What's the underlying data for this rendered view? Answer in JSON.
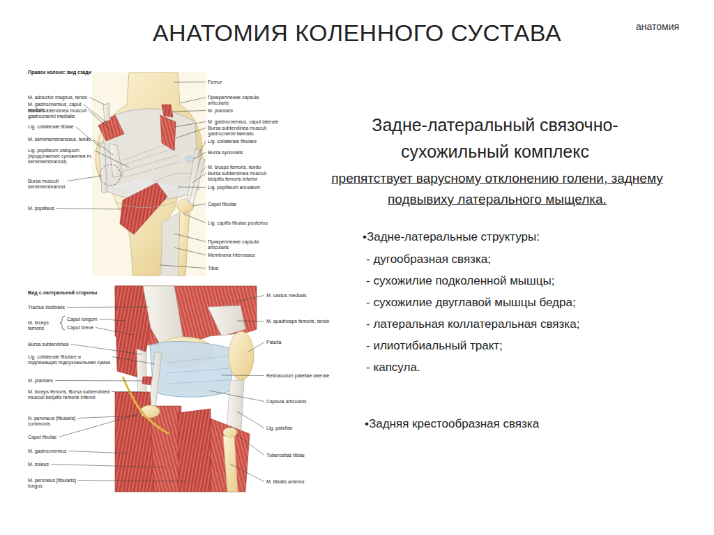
{
  "diagram": {
    "title": "АНАТОМИЯ КОЛЕННОГО СУСТАВА",
    "labels": [
      "анатомия",
      "Правое колено: вид сзади",
      "M. adductor magnus, tendo",
      "M. gastrocnemius, caput mediale",
      "Bursa subtendinea musculi gastrocnemii medialis",
      "Lig. collaterale tibiale",
      "M. semimembranosus, tendo",
      "Lig. popliteum obliquum (продолжение сухожилия m. semimembranosi)",
      "Bursa musculi semimembranosi",
      "M. popliteus",
      "Femur",
      "Прикрепление capsula articularis",
      "M. plantaris",
      "M. gastrocnemius, caput laterale",
      "Bursa subtendinea musculi gastrocnemii lateralis",
      "Lig. collaterale fibulare",
      "Bursa synovialis",
      "M. biceps femoris, tendo",
      "Bursa subtendinea musculi bicipitis femoris inferior",
      "Lig. popliteum arcuatum",
      "Caput fibulae",
      "Lig. capitis fibulae posterius",
      "Прикрепление capsula articularis",
      "Membrana interossea",
      "Tibia",
      "Вид с латеральной стороны",
      "Tractus iliotibialis",
      "M. biceps femoris",
      "Caput longum",
      "Caput breve",
      "Bursa subtendinea",
      "Lig. collaterale fibulare и подлежащая подсухожильная сумка",
      "M. plantaris",
      "M. biceps femoris, Bursa subtendinea musculi bicipitis femoris inferior",
      "N. peroneus [fibularis] communis",
      "Caput fibulae",
      "M. gastrocnemius",
      "M. soleus",
      "M. peroneus [fibularis] longus",
      "M. vastus medialis",
      "M. quadriceps femoris, tendo",
      "Patella",
      "Retinaculum patellae laterale",
      "Capsula articularis",
      "Lig. patellae",
      "Tuberositas tibiae",
      "M. tibialis anterior",
      "Задне-латеральный связочно-сухожильный комплекс",
      "препятствует варусному отклонению голени, заднему подвывиху латерального мыщелка.",
      "•Задне-латеральные структуры:",
      "- дугообразная связка;",
      "- сухожилие подколенной мышцы;",
      "- сухожилие двуглавой мышцы бедра;",
      "- латеральная коллатеральная связка;",
      "- илиотибиальный тракт;",
      "- капсула.",
      "•Задняя крестообразная связка"
    ]
  }
}
